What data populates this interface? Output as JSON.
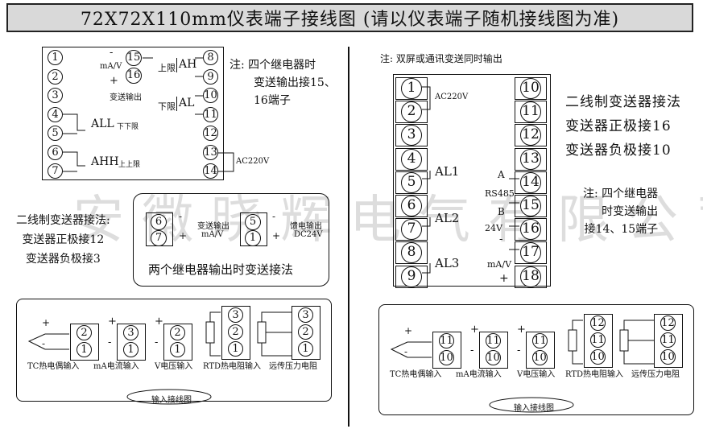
{
  "title": "72X72X110mm仪表端子接线图 (请以仪表端子随机接线图为准)",
  "watermark": "安徽晓辉电气有限公司",
  "left_terminal": {
    "left_col": [
      "1",
      "2",
      "3",
      "4",
      "5",
      "6",
      "7"
    ],
    "mid_col": [
      "15",
      "16"
    ],
    "right_col": [
      "8",
      "9",
      "10",
      "11",
      "12",
      "13",
      "14"
    ],
    "mid_signal": "mA/V",
    "mid_plus": "+",
    "mid_minus": "-",
    "mid_caption": "变送输出",
    "AL1": "ALL",
    "AL1_sub": "下下限",
    "AH2": "AHH",
    "AH2_sub": "上上限",
    "upper_label": "上限",
    "upper_code": "AH",
    "lower_label": "下限",
    "lower_code": "AL",
    "power": "AC220V",
    "note_lines": [
      "注: 四个继电器时",
      "变送输出接15、",
      "16端子"
    ]
  },
  "left_two_wire": [
    "二线制变送器接法:",
    "变送器正极接12",
    "变送器负极接3"
  ],
  "relay_box": {
    "group1": [
      "6",
      "7"
    ],
    "group2": [
      "5",
      "1"
    ],
    "label1": "变送输出",
    "label1b": "mA/V",
    "label2": "馈电输出",
    "label2b": "DC24V",
    "plus": "+",
    "minus": "-",
    "caption": "两个继电器输出时变送接法"
  },
  "left_inputs": {
    "tc": {
      "nums": [
        "2",
        "1"
      ],
      "label": "TC热电偶输入"
    },
    "ma": {
      "nums": [
        "3",
        "1"
      ],
      "label": "mA电流输入"
    },
    "v": {
      "nums": [
        "2",
        "1"
      ],
      "label": "V电压输入"
    },
    "rtd": {
      "nums": [
        "3",
        "2",
        "1"
      ],
      "label": "RTD热电阻输入"
    },
    "rp": {
      "nums": [
        "3",
        "2",
        "1"
      ],
      "label": "远传压力电阻"
    },
    "caption": "输入接线图",
    "plus": "+",
    "minus": "-"
  },
  "right_note": "注: 双屏或通讯变送同时输出",
  "right_terminal": {
    "left_col": [
      "1",
      "2",
      "3",
      "4",
      "5",
      "6",
      "7",
      "8",
      "9"
    ],
    "right_col": [
      "10",
      "11",
      "12",
      "13",
      "14",
      "15",
      "16",
      "17",
      "18"
    ],
    "power": "AC220V",
    "AL1": "AL1",
    "AL2": "AL2",
    "AL3": "AL3",
    "A": "A",
    "B": "B",
    "rs485": "RS485",
    "v24": "24V",
    "ma_v": "mA/V",
    "minus": "-",
    "plus": "+"
  },
  "right_text": [
    "二线制变送器接法",
    "变送器正极接16",
    "变送器负极接10"
  ],
  "right_note2": [
    "注: 四个继电器",
    "时变送输出",
    "接14、15端子"
  ],
  "right_inputs": {
    "tc": {
      "nums": [
        "11",
        "10"
      ],
      "label": "TC热电偶输入"
    },
    "ma": {
      "nums": [
        "11",
        "10"
      ],
      "label": "mA电流输入"
    },
    "v": {
      "nums": [
        "11",
        "10"
      ],
      "label": "V电压输入"
    },
    "rtd": {
      "nums": [
        "12",
        "11",
        "10"
      ],
      "label": "RTD热电阻输入"
    },
    "rp": {
      "nums": [
        "12",
        "11",
        "10"
      ],
      "label": "远传压力电阻"
    },
    "caption": "输入接线图",
    "plus": "+",
    "minus": "-"
  }
}
